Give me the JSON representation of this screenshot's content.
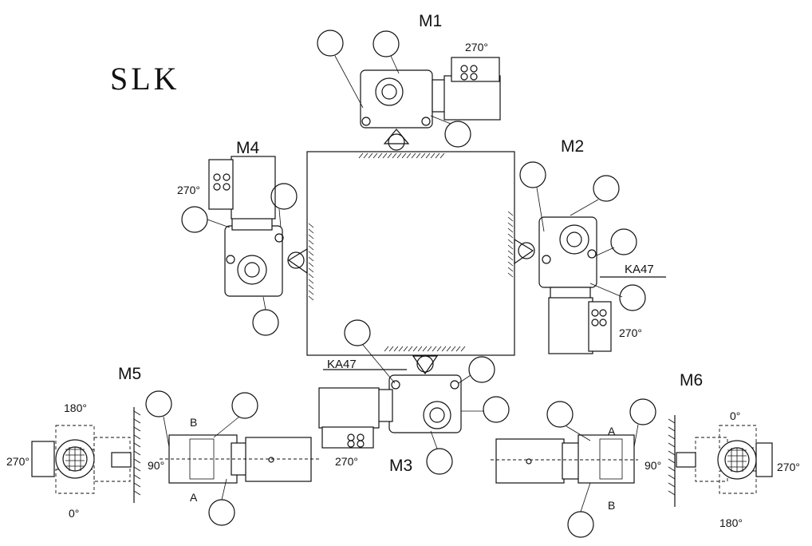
{
  "diagram": {
    "title": "SLK",
    "positions": {
      "m1": "M1",
      "m2": "M2",
      "m3": "M3",
      "m4": "M4",
      "m5": "M5",
      "m6": "M6"
    },
    "model_labels": [
      "KA47",
      "KA47"
    ],
    "angles": {
      "m1_terminal": "270°",
      "m2_terminal": "270°",
      "m3_terminal": "270°",
      "m4_terminal": "270°",
      "m5_top": "180°",
      "m5_left": "270°",
      "m5_bottom": "0°",
      "m5_shaft": "90°",
      "m6_top": "0°",
      "m6_right": "270°",
      "m6_bottom": "180°",
      "m6_shaft": "90°"
    },
    "shaft_sides": {
      "m5_b": "B",
      "m5_a": "A",
      "m6_a": "A",
      "m6_b": "B"
    }
  }
}
